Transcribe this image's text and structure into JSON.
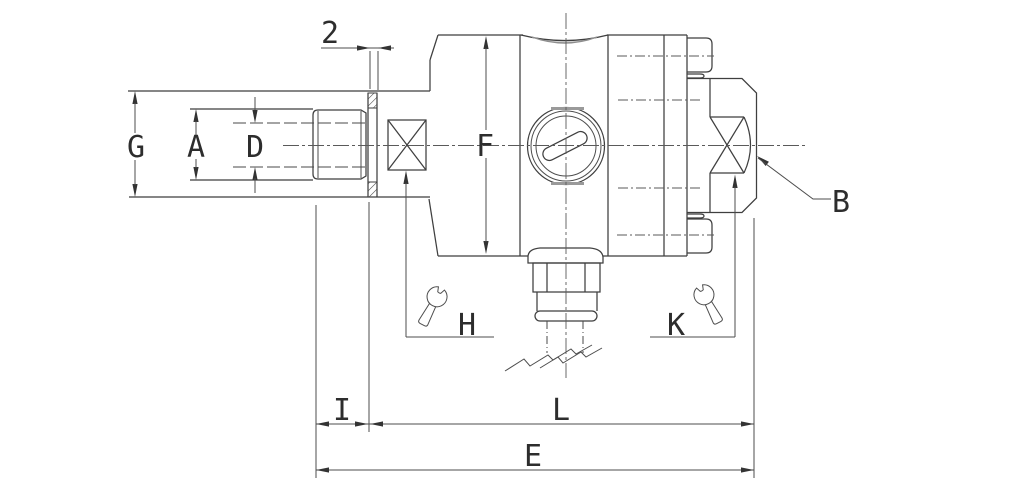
{
  "labels": {
    "dim2": "2",
    "G": "G",
    "A": "A",
    "D": "D",
    "F": "F",
    "B": "B",
    "H": "H",
    "K": "K",
    "I": "I",
    "L": "L",
    "E": "E"
  },
  "colors": {
    "line": "#3f3f3f",
    "thin_line": "#4d4d4d",
    "centerline": "#5a5a5a",
    "shade": "#d2d2d2",
    "background": "#ffffff"
  }
}
